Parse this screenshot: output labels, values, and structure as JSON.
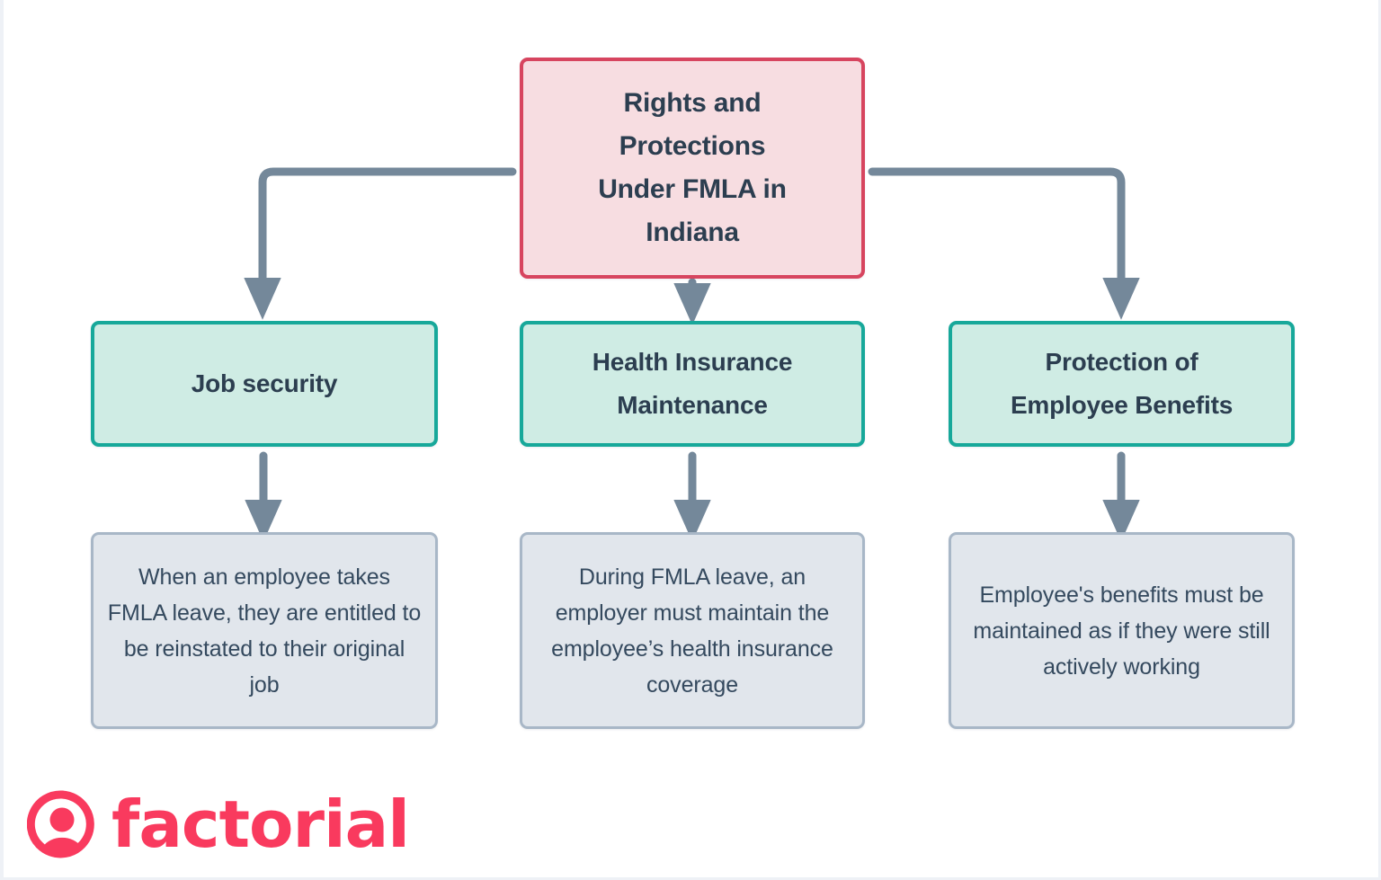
{
  "diagram": {
    "title": "Rights and Protections Under FMLA in Indiana",
    "root": {
      "label": "Rights and\nProtections\nUnder FMLA in\nIndiana",
      "fill": "#f7dde1",
      "border": "#d7455f"
    },
    "branches": [
      {
        "category": "Job security",
        "description": "When an employee takes FMLA leave, they are entitled to be reinstated to their original job"
      },
      {
        "category": "Health Insurance\nMaintenance",
        "description": "During FMLA leave, an employer must maintain the employee’s health insurance coverage"
      },
      {
        "category": "Protection of\nEmployee Benefits",
        "description": "Employee's benefits must be maintained as if they were still actively working"
      }
    ],
    "colors": {
      "root_fill": "#f7dde1",
      "root_border": "#d7455f",
      "category_fill": "#cfece4",
      "category_border": "#17a89a",
      "description_fill": "#e1e6ec",
      "description_border": "#a8b7c7",
      "connector": "#74889a",
      "text": "#2c3e50",
      "brand": "#f93a5e",
      "background": "#ffffff"
    }
  },
  "branding": {
    "logo_text": "factorial",
    "logo_icon": "person-in-circle-icon",
    "logo_color": "#f93a5e"
  }
}
